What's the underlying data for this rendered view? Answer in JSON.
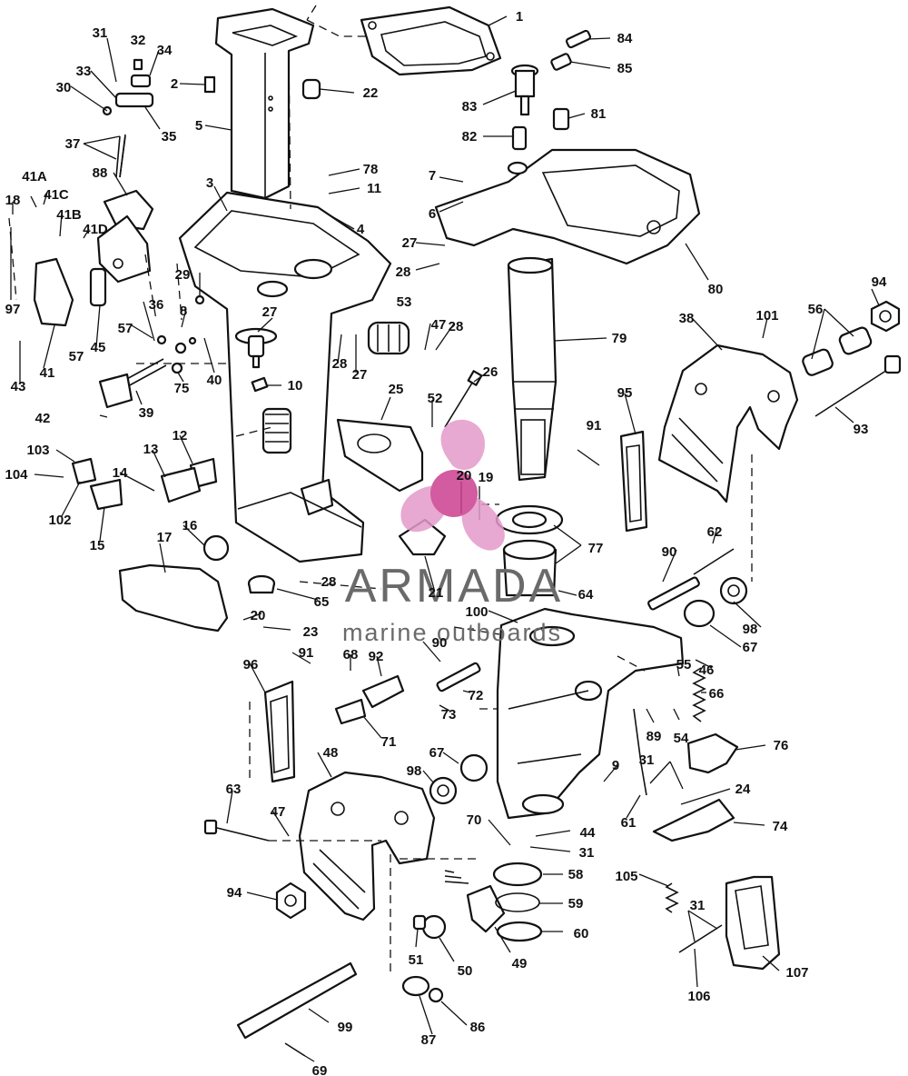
{
  "diagram": {
    "callouts": [
      {
        "label": "1"
      },
      {
        "label": "84"
      },
      {
        "label": "85"
      },
      {
        "label": "83"
      },
      {
        "label": "81"
      },
      {
        "label": "82"
      },
      {
        "label": "31"
      },
      {
        "label": "32"
      },
      {
        "label": "34"
      },
      {
        "label": "33"
      },
      {
        "label": "30"
      },
      {
        "label": "35"
      },
      {
        "label": "2"
      },
      {
        "label": "22"
      },
      {
        "label": "5"
      },
      {
        "label": "37"
      },
      {
        "label": "78"
      },
      {
        "label": "11"
      },
      {
        "label": "7"
      },
      {
        "label": "6"
      },
      {
        "label": "4"
      },
      {
        "label": "88"
      },
      {
        "label": "41A"
      },
      {
        "label": "41C"
      },
      {
        "label": "18"
      },
      {
        "label": "41B"
      },
      {
        "label": "41D"
      },
      {
        "label": "3"
      },
      {
        "label": "27"
      },
      {
        "label": "28"
      },
      {
        "label": "80"
      },
      {
        "label": "94"
      },
      {
        "label": "56"
      },
      {
        "label": "101"
      },
      {
        "label": "29"
      },
      {
        "label": "97"
      },
      {
        "label": "53"
      },
      {
        "label": "47"
      },
      {
        "label": "38"
      },
      {
        "label": "36"
      },
      {
        "label": "8"
      },
      {
        "label": "27"
      },
      {
        "label": "28"
      },
      {
        "label": "79"
      },
      {
        "label": "41"
      },
      {
        "label": "57"
      },
      {
        "label": "45"
      },
      {
        "label": "43"
      },
      {
        "label": "57"
      },
      {
        "label": "28"
      },
      {
        "label": "27"
      },
      {
        "label": "75"
      },
      {
        "label": "40"
      },
      {
        "label": "39"
      },
      {
        "label": "10"
      },
      {
        "label": "26"
      },
      {
        "label": "95"
      },
      {
        "label": "93"
      },
      {
        "label": "25"
      },
      {
        "label": "52"
      },
      {
        "label": "42"
      },
      {
        "label": "91"
      },
      {
        "label": "103"
      },
      {
        "label": "12"
      },
      {
        "label": "13"
      },
      {
        "label": "104"
      },
      {
        "label": "14"
      },
      {
        "label": "20"
      },
      {
        "label": "19"
      },
      {
        "label": "102"
      },
      {
        "label": "15"
      },
      {
        "label": "77"
      },
      {
        "label": "16"
      },
      {
        "label": "17"
      },
      {
        "label": "62"
      },
      {
        "label": "21"
      },
      {
        "label": "90"
      },
      {
        "label": "28"
      },
      {
        "label": "64"
      },
      {
        "label": "98"
      },
      {
        "label": "65"
      },
      {
        "label": "100"
      },
      {
        "label": "20"
      },
      {
        "label": "23"
      },
      {
        "label": "67"
      },
      {
        "label": "90"
      },
      {
        "label": "55"
      },
      {
        "label": "46"
      },
      {
        "label": "96"
      },
      {
        "label": "91"
      },
      {
        "label": "68"
      },
      {
        "label": "92"
      },
      {
        "label": "66"
      },
      {
        "label": "73"
      },
      {
        "label": "72"
      },
      {
        "label": "89"
      },
      {
        "label": "54"
      },
      {
        "label": "71"
      },
      {
        "label": "76"
      },
      {
        "label": "67"
      },
      {
        "label": "48"
      },
      {
        "label": "98"
      },
      {
        "label": "9"
      },
      {
        "label": "31"
      },
      {
        "label": "24"
      },
      {
        "label": "63"
      },
      {
        "label": "61"
      },
      {
        "label": "47"
      },
      {
        "label": "70"
      },
      {
        "label": "44"
      },
      {
        "label": "74"
      },
      {
        "label": "31"
      },
      {
        "label": "94"
      },
      {
        "label": "58"
      },
      {
        "label": "105"
      },
      {
        "label": "59"
      },
      {
        "label": "31"
      },
      {
        "label": "60"
      },
      {
        "label": "51"
      },
      {
        "label": "50"
      },
      {
        "label": "49"
      },
      {
        "label": "107"
      },
      {
        "label": "106"
      },
      {
        "label": "99"
      },
      {
        "label": "87"
      },
      {
        "label": "86"
      },
      {
        "label": "69"
      }
    ]
  },
  "watermark": {
    "brand": "ARMADA",
    "tagline": "marine outboards",
    "logo_color": "#e39ac9",
    "logo_center_color": "#cc3f8f"
  }
}
